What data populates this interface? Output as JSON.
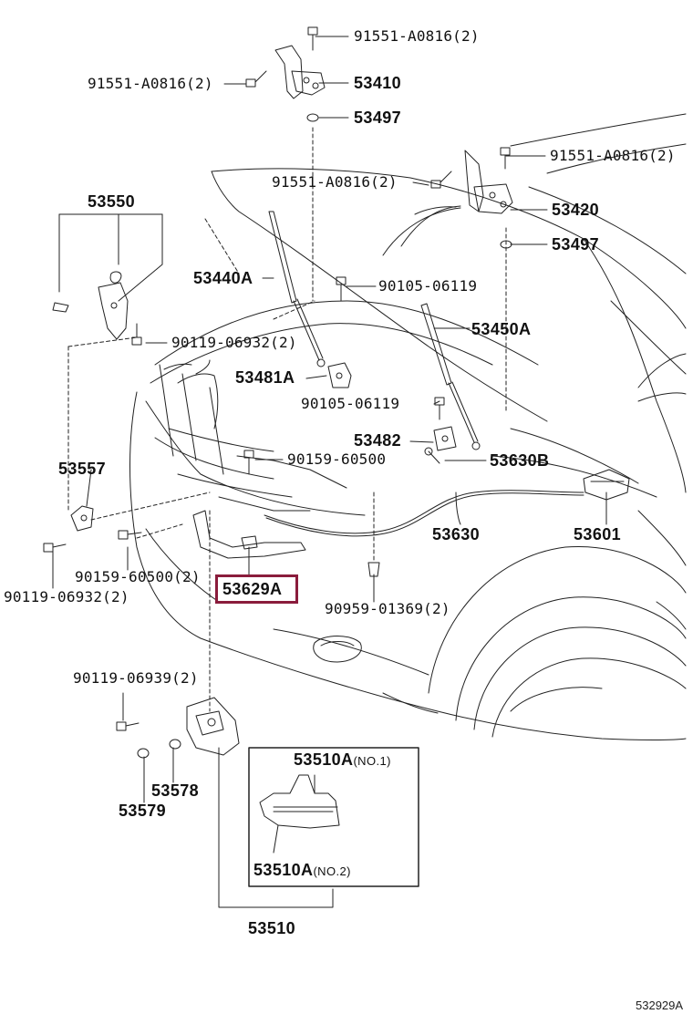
{
  "diagram": {
    "highlighted_part": "53629A",
    "footer_code": "532929A",
    "callouts": {
      "hinge_bolt_left": "91551-A0816(2)",
      "hinge_bolt_top": "91551-A0816(2)",
      "hinge_left": "53410",
      "cushion_left": "53497",
      "hinge_bolt_right_top": "91551-A0816(2)",
      "hinge_bolt_right_mid": "91551-A0816(2)",
      "hinge_right": "53420",
      "cushion_right": "53497",
      "lock_assy_upper": "53550",
      "support_rod_left": "53440A",
      "bolt_90105_a": "90105-06119",
      "bolt_90119_a": "90119-06932(2)",
      "support_rod_right": "53450A",
      "bracket_left": "53481A",
      "bolt_90105_b": "90105-06119",
      "bracket_right": "53482",
      "bolt_90159_a": "90159-60500",
      "cable_end": "53630B",
      "stay_53557": "53557",
      "cable": "53630",
      "lever": "53601",
      "bolt_90159_b": "90159-60500(2)",
      "bolt_90119_b": "90119-06932(2)",
      "cable_clamp": "53629A",
      "clip_90959": "90959-01369(2)",
      "bolt_90119_c": "90119-06939(2)",
      "part_53578": "53578",
      "part_53579": "53579",
      "lock_sub_no1": "53510A",
      "lock_sub_no1_note": "(NO.1)",
      "lock_sub_no2": "53510A",
      "lock_sub_no2_note": "(NO.2)",
      "lock_assy": "53510"
    }
  }
}
